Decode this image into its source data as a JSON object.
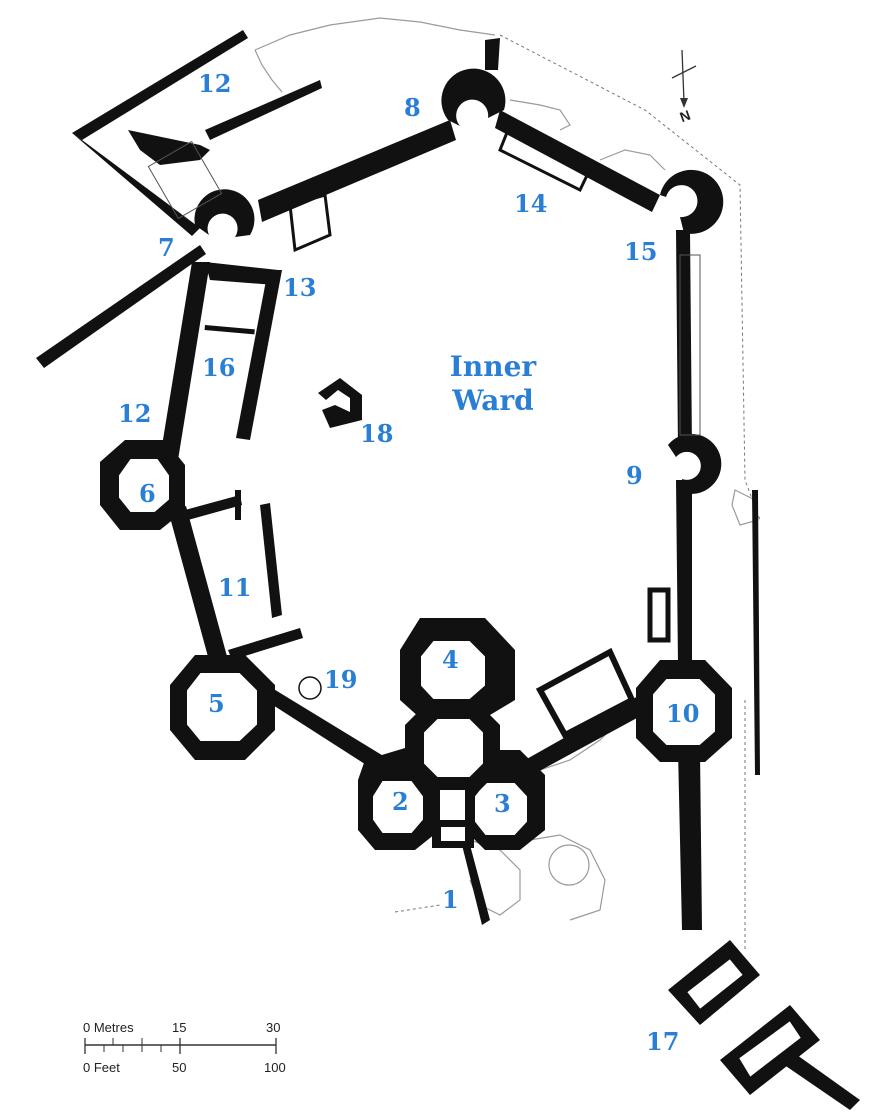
{
  "accent_color": "#2a7fd4",
  "ward": {
    "line1": "Inner",
    "line2": "Ward"
  },
  "labels": {
    "l1": "1",
    "l2": "2",
    "l3": "3",
    "l4": "4",
    "l5": "5",
    "l6": "6",
    "l7": "7",
    "l8": "8",
    "l9": "9",
    "l10": "10",
    "l11": "11",
    "l12a": "12",
    "l12b": "12",
    "l13": "13",
    "l14": "14",
    "l15": "15",
    "l16": "16",
    "l17": "17",
    "l18": "18",
    "l19": "19"
  },
  "north": "N",
  "scale": {
    "metres_label": "0 Metres",
    "metres_15": "15",
    "metres_30": "30",
    "feet_label": "0 Feet",
    "feet_50": "50",
    "feet_100": "100"
  },
  "icons": {
    "north_arrow": "north-arrow-icon"
  }
}
